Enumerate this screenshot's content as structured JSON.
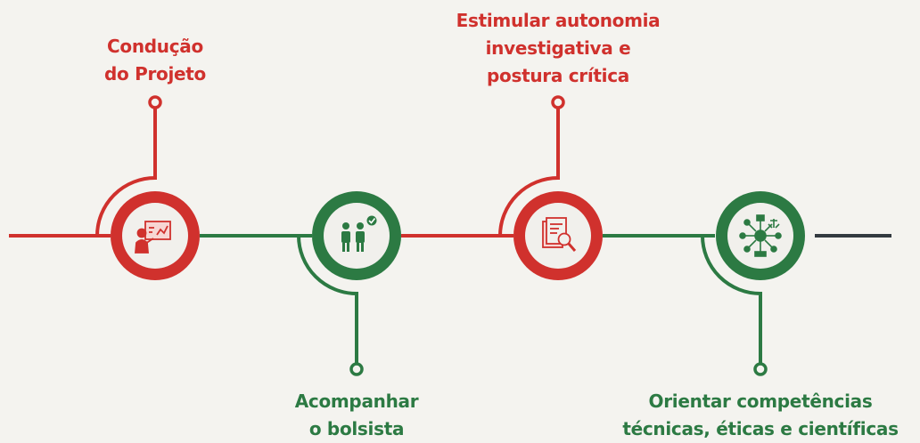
{
  "colors": {
    "red": "#d0312d",
    "green": "#2c7a43",
    "dark": "#333a40",
    "background": "#f4f3ef"
  },
  "steps": [
    {
      "lines": [
        "Condução",
        "do Projeto"
      ],
      "color": "red",
      "icon": "presentation-board-icon"
    },
    {
      "lines": [
        "Acompanhar",
        "o bolsista"
      ],
      "color": "green",
      "icon": "team-checkmark-icon"
    },
    {
      "lines": [
        "Estimular autonomia",
        "investigativa e",
        "postura crítica"
      ],
      "color": "red",
      "icon": "document-magnifier-icon"
    },
    {
      "lines": [
        "Orientar competências",
        "técnicas, éticas e científicas"
      ],
      "color": "green",
      "icon": "ethics-science-network-icon"
    }
  ]
}
